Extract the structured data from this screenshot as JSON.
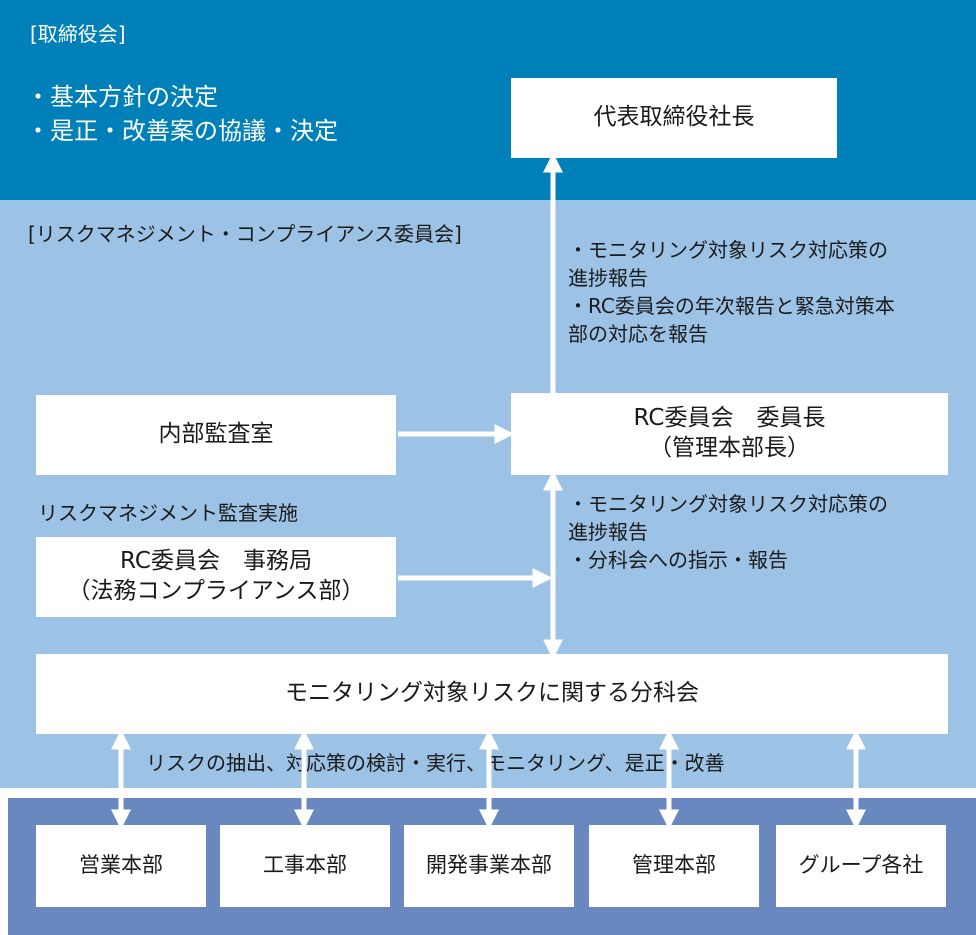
{
  "board": {
    "title": "[取締役会]",
    "bullets": [
      "・基本方針の決定",
      "・是正・改善案の協議・決定"
    ],
    "ceo": "代表取締役社長"
  },
  "rc_committee": {
    "title": "[リスクマネジメント・コンプライアンス委員会]",
    "report_upper": [
      "・モニタリング対象リスク対応策の",
      "進捗報告",
      "・RC委員会の年次報告と緊急対策本",
      "部の対応を報告"
    ],
    "internal_audit": "内部監査室",
    "chair_line1": "RC委員会　委員長",
    "chair_line2": "（管理本部長）",
    "audit_label": "リスクマネジメント監査実施",
    "report_lower": [
      "・モニタリング対象リスク対応策の",
      "進捗報告",
      "・分科会への指示・報告"
    ],
    "secretariat_line1": "RC委員会　事務局",
    "secretariat_line2": "（法務コンプライアンス部）",
    "subcommittee": "モニタリング対象リスクに関する分科会",
    "activity_label": "リスクの抽出、対応策の検討・実行、モニタリング、是正・改善"
  },
  "divisions": [
    "営業本部",
    "工事本部",
    "開発事業本部",
    "管理本部",
    "グループ各社"
  ],
  "colors": {
    "board_band": "#0080b8",
    "rc_band": "#9cc3e6",
    "division_band": "#6a88c0",
    "box": "#ffffff"
  }
}
